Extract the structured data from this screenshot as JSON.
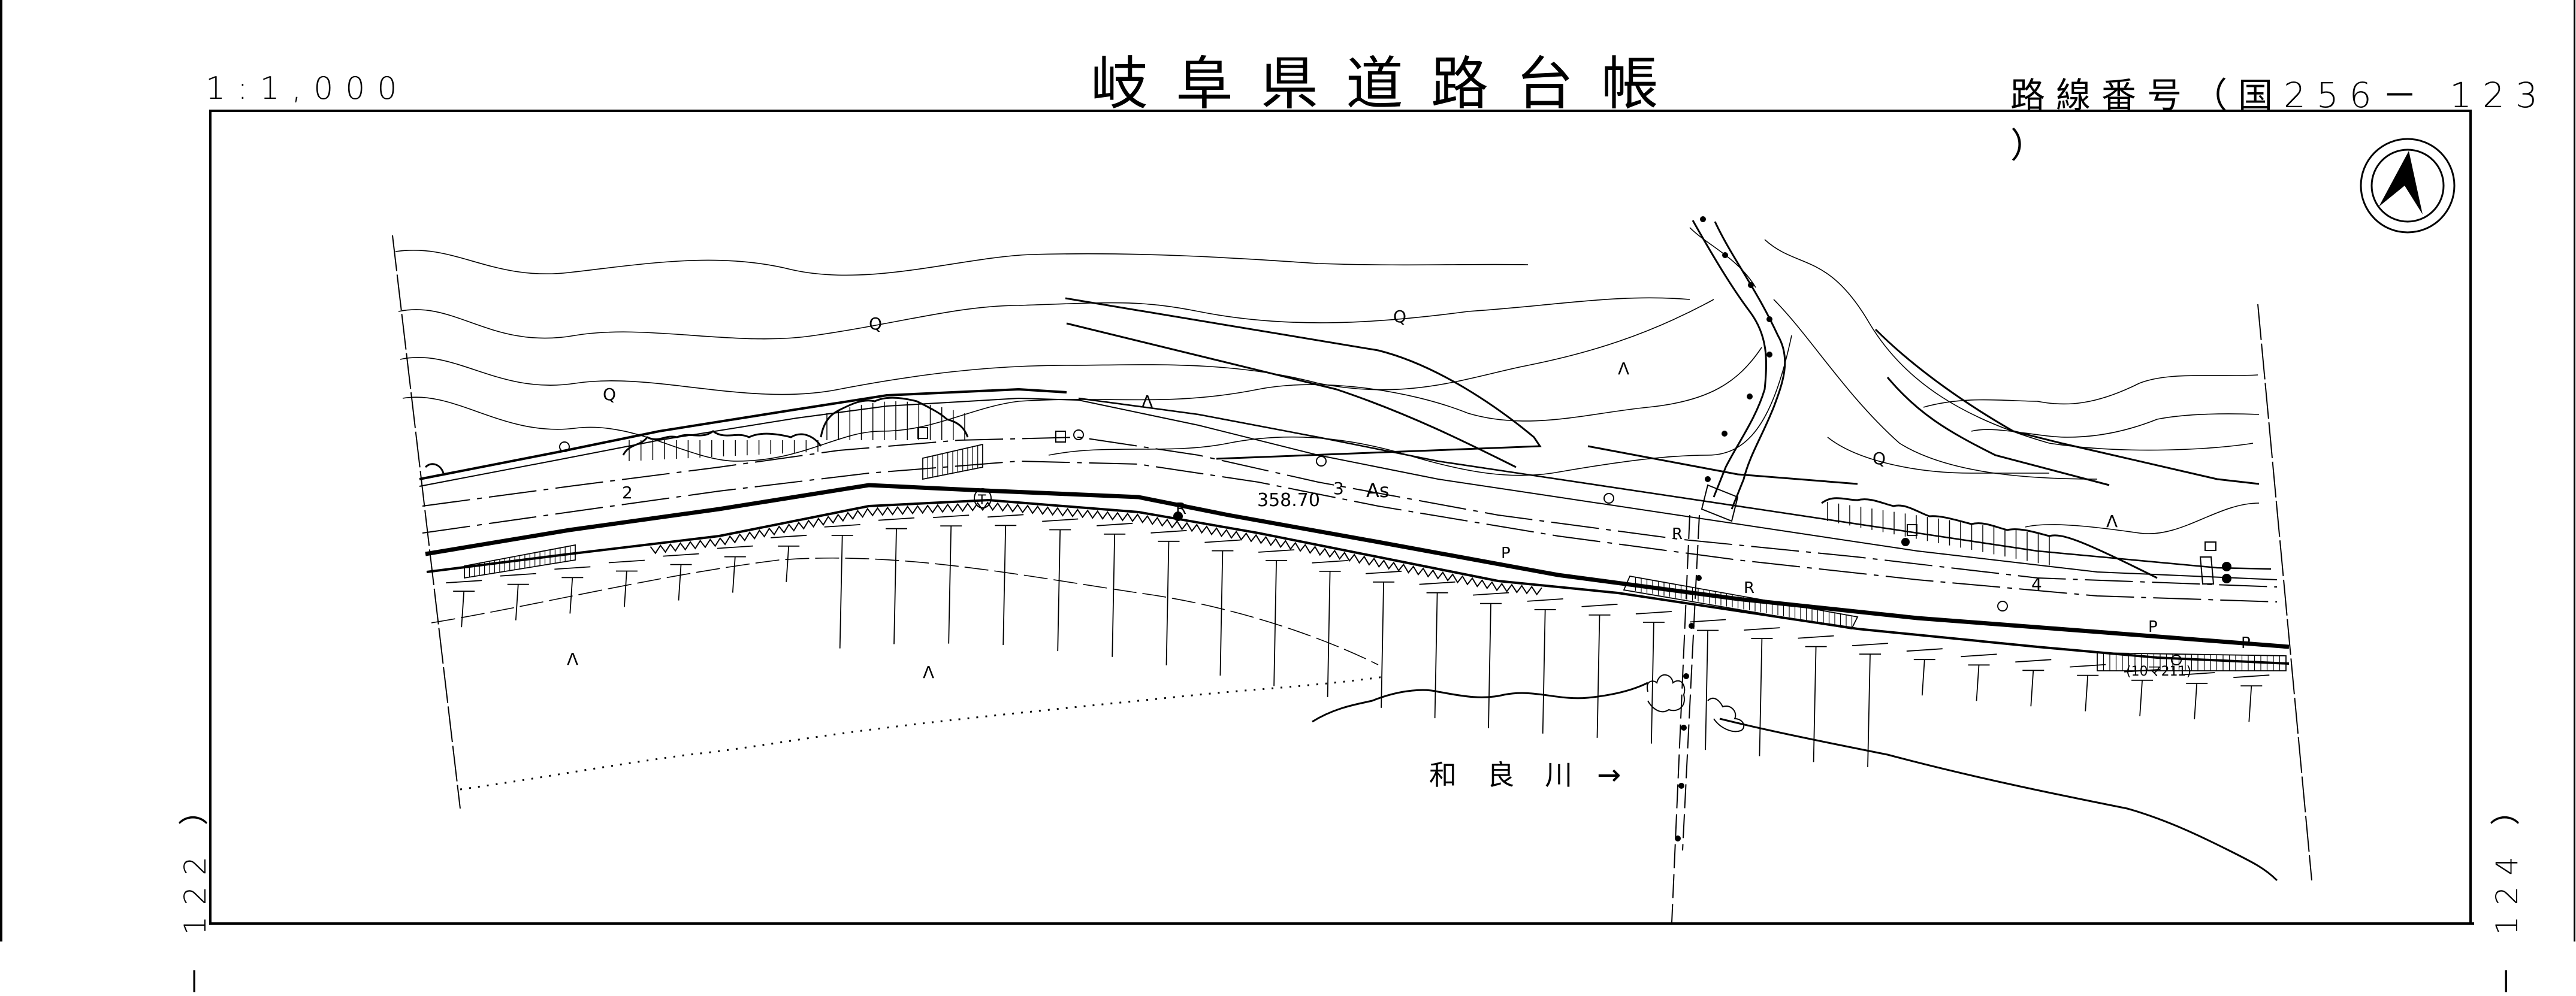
{
  "header": {
    "scale": "1:1,000",
    "title": "岐阜県道路台帳",
    "route_number": "路線番号（国256－ 123 ）"
  },
  "sheet_refs": {
    "left": "－ 122 ）",
    "right": "－ 124 ）"
  },
  "map": {
    "north_arrow": "north-arrow-icon",
    "river_name": "和 良 川",
    "river_flow_arrow": "→",
    "elevation": "358.70",
    "surface_type": "As",
    "section_numbers": [
      "2",
      "3",
      "4"
    ],
    "annotation": "(10マ211)",
    "road_markers": [
      "R",
      "R",
      "R",
      "P",
      "P",
      "P"
    ],
    "telephone_marker": "T",
    "symbols": {
      "broadleaf_tree": "Q",
      "conifer": "Λ"
    }
  },
  "colors": {
    "ink": "#000000",
    "paper": "#ffffff"
  }
}
